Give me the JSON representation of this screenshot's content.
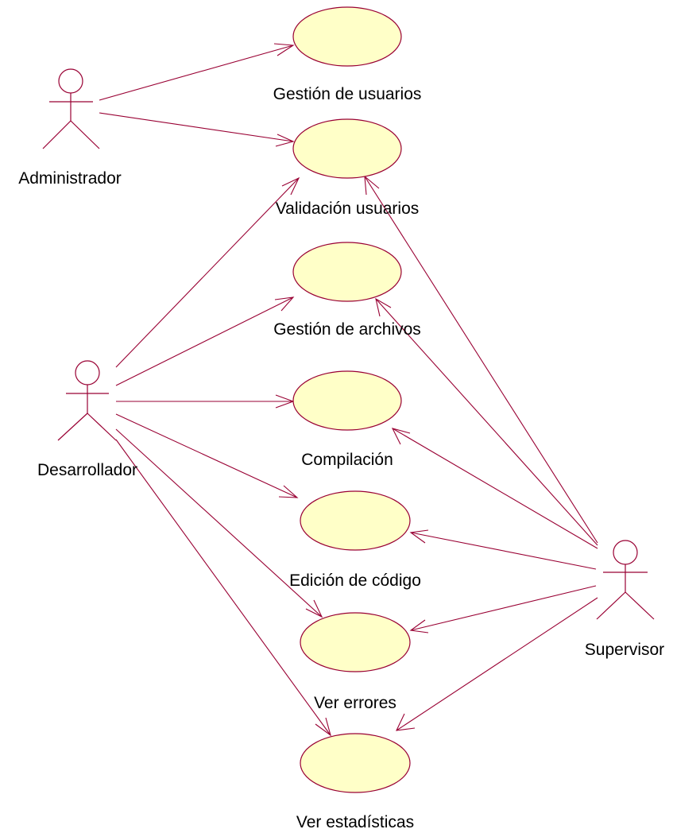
{
  "actors": [
    {
      "id": "admin",
      "label": "Administrador"
    },
    {
      "id": "dev",
      "label": "Desarrollador"
    },
    {
      "id": "sup",
      "label": "Supervisor"
    }
  ],
  "use_cases": [
    {
      "id": "gestion_usuarios",
      "label": "Gestión de usuarios"
    },
    {
      "id": "validacion_usuarios",
      "label": "Validación usuarios"
    },
    {
      "id": "gestion_archivos",
      "label": "Gestión de archivos"
    },
    {
      "id": "compilacion",
      "label": "Compilación"
    },
    {
      "id": "edicion_codigo",
      "label": "Edición de código"
    },
    {
      "id": "ver_errores",
      "label": "Ver errores"
    },
    {
      "id": "ver_estadisticas",
      "label": "Ver estadísticas"
    }
  ],
  "associations": [
    {
      "from": "admin",
      "to": "gestion_usuarios"
    },
    {
      "from": "admin",
      "to": "validacion_usuarios"
    },
    {
      "from": "dev",
      "to": "validacion_usuarios"
    },
    {
      "from": "dev",
      "to": "gestion_archivos"
    },
    {
      "from": "dev",
      "to": "compilacion"
    },
    {
      "from": "dev",
      "to": "edicion_codigo"
    },
    {
      "from": "dev",
      "to": "ver_errores"
    },
    {
      "from": "dev",
      "to": "ver_estadisticas"
    },
    {
      "from": "sup",
      "to": "validacion_usuarios"
    },
    {
      "from": "sup",
      "to": "gestion_archivos"
    },
    {
      "from": "sup",
      "to": "compilacion"
    },
    {
      "from": "sup",
      "to": "edicion_codigo"
    },
    {
      "from": "sup",
      "to": "ver_errores"
    },
    {
      "from": "sup",
      "to": "ver_estadisticas"
    }
  ],
  "colors": {
    "line": "#990033",
    "usecase_fill": "#ffffc8",
    "text": "#000000"
  }
}
